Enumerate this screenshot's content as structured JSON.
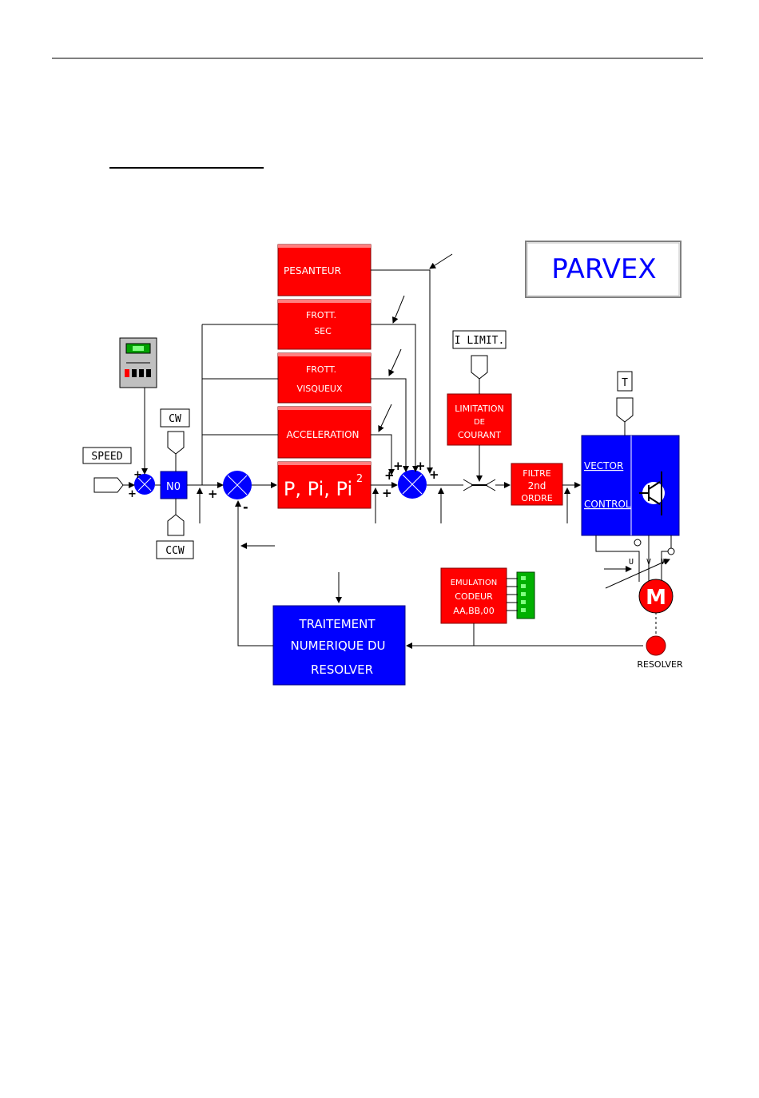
{
  "logo": {
    "text": "PARVEX"
  },
  "blocks": {
    "pesanteur": {
      "label": "PESANTEUR"
    },
    "frott_sec": {
      "line1": "FROTT.",
      "line2": "SEC"
    },
    "frott_visq": {
      "line1": "FROTT.",
      "line2": "VISQUEUX"
    },
    "acceleration": {
      "label": "ACCELERATION"
    },
    "pid": {
      "label": "P, Pi, Pi",
      "sup": "2"
    },
    "limitation": {
      "line1": "LIMITATION",
      "line2": "DE",
      "line3": "COURANT"
    },
    "filtre": {
      "line1": "FILTRE",
      "line2": "2nd",
      "line3": "ORDRE"
    },
    "vector": {
      "line1": "VECTOR",
      "line2": "CONTROL"
    },
    "emulation": {
      "line1": "EMULATION",
      "line2": "CODEUR",
      "line3": "AA,BB,00"
    },
    "traitement": {
      "line1": "TRAITEMENT",
      "line2": "NUMERIQUE DU",
      "line3": "RESOLVER"
    },
    "n0": {
      "label": "N0"
    }
  },
  "labels": {
    "speed": "SPEED",
    "cw": "CW",
    "ccw": "CCW",
    "ilimit": "I LIMIT.",
    "t": "T",
    "resolver": "RESOLVER",
    "motor": "M",
    "phase_u": "U",
    "phase_v": "V",
    "phase_w": "W",
    "plus": "+",
    "minus": "-"
  },
  "colors": {
    "red": "#ff0000",
    "blue": "#0000ff",
    "grey": "#c0c0c0"
  }
}
